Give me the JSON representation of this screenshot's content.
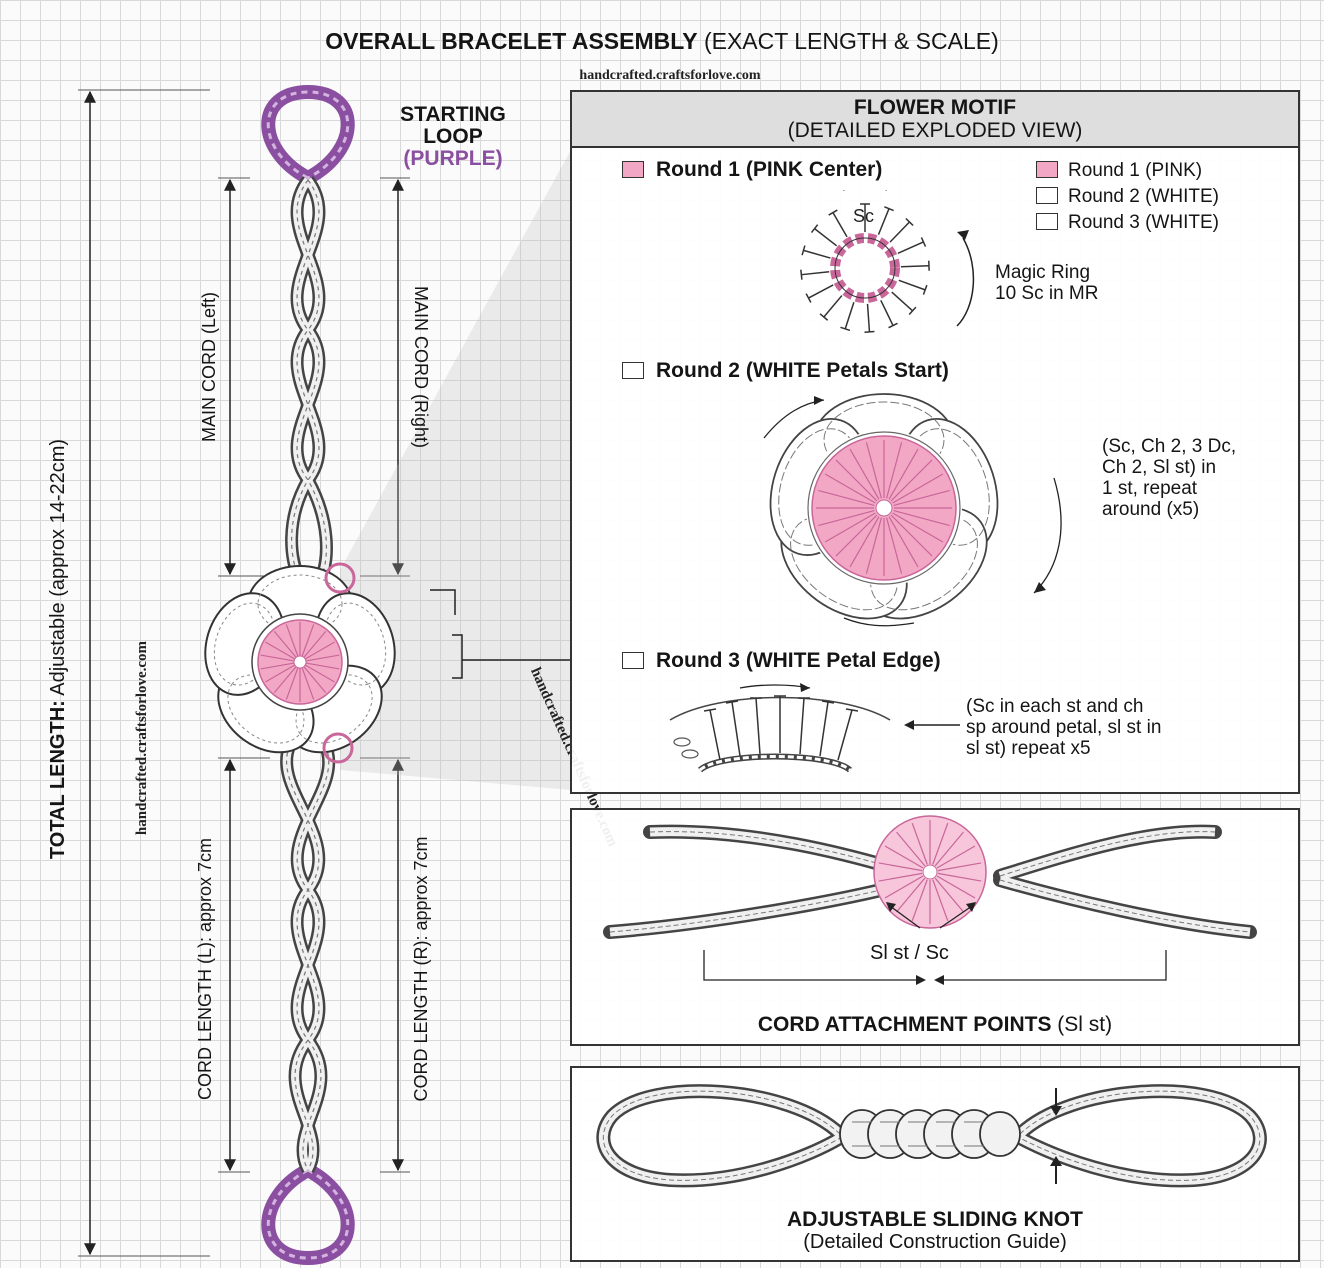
{
  "header": {
    "title_bold": "OVERALL BRACELET ASSEMBLY",
    "title_rest": "(EXACT LENGTH & SCALE)",
    "watermark": "handcrafted.craftsforlove.com"
  },
  "bracelet": {
    "starting_loop_line1": "STARTING",
    "starting_loop_line2": "LOOP",
    "starting_loop_color": "(PURPLE)",
    "total_length_bold": "TOTAL LENGTH:",
    "total_length_rest": "Adjustable (approx 14-22cm)",
    "main_cord_left": "MAIN CORD (Left)",
    "main_cord_right": "MAIN CORD (Right)",
    "cord_length_left": "CORD LENGTH (L): approx 7cm",
    "cord_length_right": "CORD LENGTH (R): approx 7cm",
    "watermark_left": "handcrafted.craftsforlove.com",
    "watermark_diag": "handcrafted.craftsforlove.com"
  },
  "flower_motif": {
    "heading_line1": "FLOWER MOTIF",
    "heading_line2": "(DETAILED EXPLODED VIEW)",
    "round1_title": "Round 1 (PINK Center)",
    "legend": [
      "Round 1 (PINK)",
      "Round 2 (WHITE)",
      "Round 3 (WHITE)"
    ],
    "sc_label": "Sc",
    "magic_ring_line1": "Magic Ring",
    "magic_ring_line2": "10 Sc in MR",
    "round2_title": "Round 2 (WHITE Petals Start)",
    "round2_note": [
      "(Sc, Ch 2, 3 Dc,",
      "Ch 2, Sl st) in",
      "1 st, repeat",
      "around (x5)"
    ],
    "round3_title": "Round 3 (WHITE Petal Edge)",
    "round3_note": [
      "(Sc in each st and ch",
      "sp around petal, sl st in",
      "sl st) repeat x5"
    ]
  },
  "cord_attachment": {
    "label": "Sl st / Sc",
    "title_bold": "CORD ATTACHMENT POINTS",
    "title_rest": "(Sl st)"
  },
  "sliding_knot": {
    "title": "ADJUSTABLE SLIDING KNOT",
    "subtitle": "(Detailed Construction Guide)"
  },
  "colors": {
    "pink": "#f2a8c4",
    "pink_line": "#c9669a",
    "purple": "#8a4fa0",
    "grid": "#d9d9d9",
    "ink": "#222222"
  }
}
